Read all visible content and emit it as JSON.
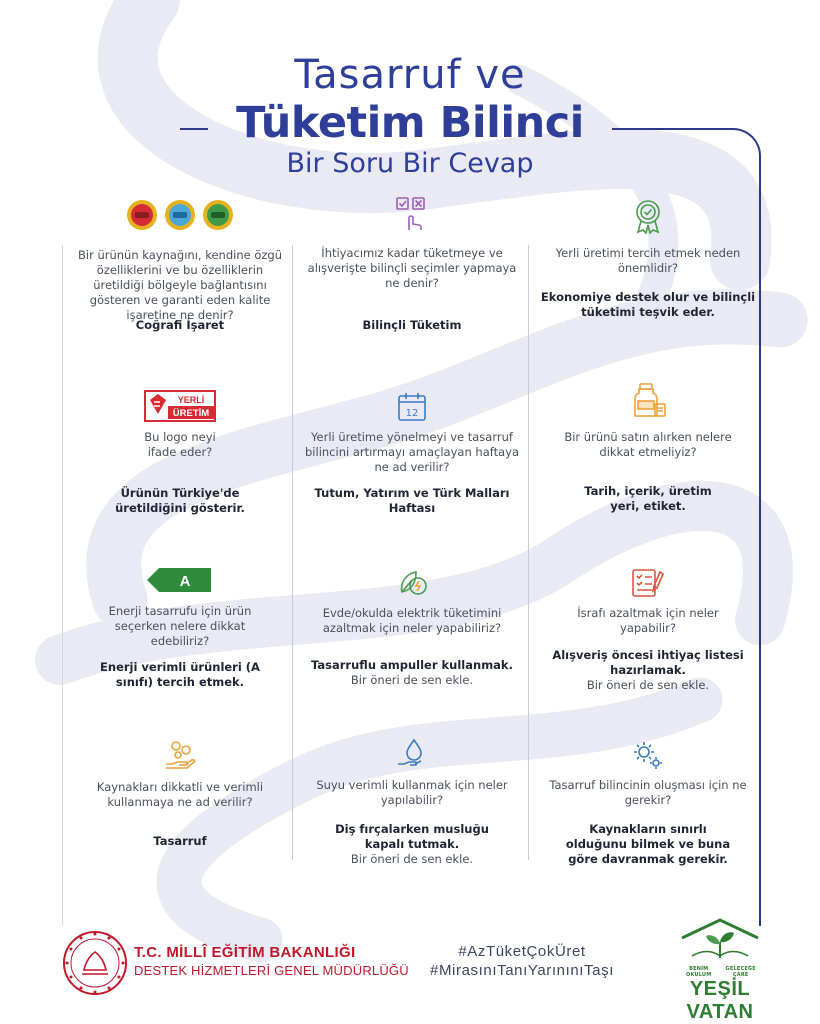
{
  "title": {
    "line1": "Tasarruf ve",
    "line2": "Tüketim Bilinci",
    "line3": "Bir Soru Bir Cevap"
  },
  "cards": [
    {
      "question": "Bir ürünün kaynağını, kendine özgü özelliklerini ve bu özelliklerin üretildiği bölgeyle bağlantısını gösteren ve garanti eden kalite işaretine ne denir?",
      "answer": "Coğrafi İşaret",
      "extra": "",
      "icon": "geographic-indication-badges-icon"
    },
    {
      "question": "İhtiyacımız kadar tüketmeye ve alışverişte bilinçli seçimler yapmaya ne denir?",
      "answer": "Bilinçli Tüketim",
      "extra": "",
      "icon": "checklist-hand-icon"
    },
    {
      "question": "Yerli üretimi tercih etmek neden önemlidir?",
      "answer": "Ekonomiye destek olur ve bilinçli tüketimi teşvik eder.",
      "extra": "",
      "icon": "quality-badge-icon"
    },
    {
      "question": "Bu logo neyi ifade eder?",
      "answer": "Ürünün Türkiye'de üretildiğini gösterir.",
      "extra": "",
      "icon": "yerli-uretim-logo",
      "logo_line1": "YERLİ",
      "logo_line2": "ÜRETİM"
    },
    {
      "question": "Yerli üretime yönelmeyi ve tasarruf bilincini artırmayı amaçlayan haftaya ne ad verilir?",
      "answer": "Tutum, Yatırım ve Türk Malları Haftası",
      "extra": "",
      "icon": "calendar-icon",
      "calendar_day": "12"
    },
    {
      "question": "Bir ürünü satın alırken nelere dikkat etmeliyiz?",
      "answer": "Tarih, içerik, üretim yeri, etiket.",
      "extra": "",
      "icon": "jar-label-icon"
    },
    {
      "question": "Enerji tasarrufu için ürün seçerken nelere dikkat edebiliriz?",
      "answer": "Enerji verimli ürünleri (A sınıfı) tercih etmek.",
      "extra": "",
      "icon": "energy-class-a-icon",
      "energy_letter": "A"
    },
    {
      "question": "Evde/okulda elektrik tüketimini azaltmak için neler yapabiliriz?",
      "answer": "Tasarruflu ampuller kullanmak.",
      "extra": "Bir öneri de sen ekle.",
      "icon": "eco-energy-icon"
    },
    {
      "question": "İsrafı azaltmak için neler yapabilir?",
      "answer": "Alışveriş öncesi ihtiyaç listesi hazırlamak.",
      "extra": "Bir öneri de sen ekle.",
      "icon": "shopping-list-icon"
    },
    {
      "question": "Kaynakları dikkatli ve verimli kullanmaya ne ad verilir?",
      "answer": "Tasarruf",
      "extra": "",
      "icon": "coins-hand-icon"
    },
    {
      "question": "Suyu verimli kullanmak için neler yapılabilir?",
      "answer": "Diş fırçalarken musluğu kapalı tutmak.",
      "extra": "Bir öneri de sen ekle.",
      "icon": "water-drop-hand-icon"
    },
    {
      "question": "Tasarruf bilincinin oluşması için ne gerekir?",
      "answer": "Kaynakların sınırlı olduğunu bilmek ve buna göre davranmak gerekir.",
      "extra": "",
      "icon": "gears-icon"
    }
  ],
  "footer": {
    "ministry_title": "T.C. MİLLÎ EĞİTİM BAKANLIĞI",
    "ministry_sub": "DESTEK HİZMETLERİ GENEL MÜDÜRLÜĞÜ",
    "hashtag1": "#AzTüketÇokÜret",
    "hashtag2": "#MirasınıTanıYarınınıTaşı",
    "yv_small_left": "BENİM OKULUM",
    "yv_small_right": "GELECEĞE ÇARE",
    "yv_name": "YEŞİL VATAN"
  },
  "colors": {
    "primary_blue": "#2f3e98",
    "frame_blue": "#2b3a8c",
    "icon_purple": "#9b5fb5",
    "icon_green": "#4a9c4e",
    "icon_orange": "#e9a23b",
    "icon_blue": "#3a7bbf",
    "logo_red": "#d62b34",
    "energy_green": "#2e8b3a",
    "ministry_red": "#c0182b",
    "yesil_vatan_green": "#2e7d32"
  }
}
